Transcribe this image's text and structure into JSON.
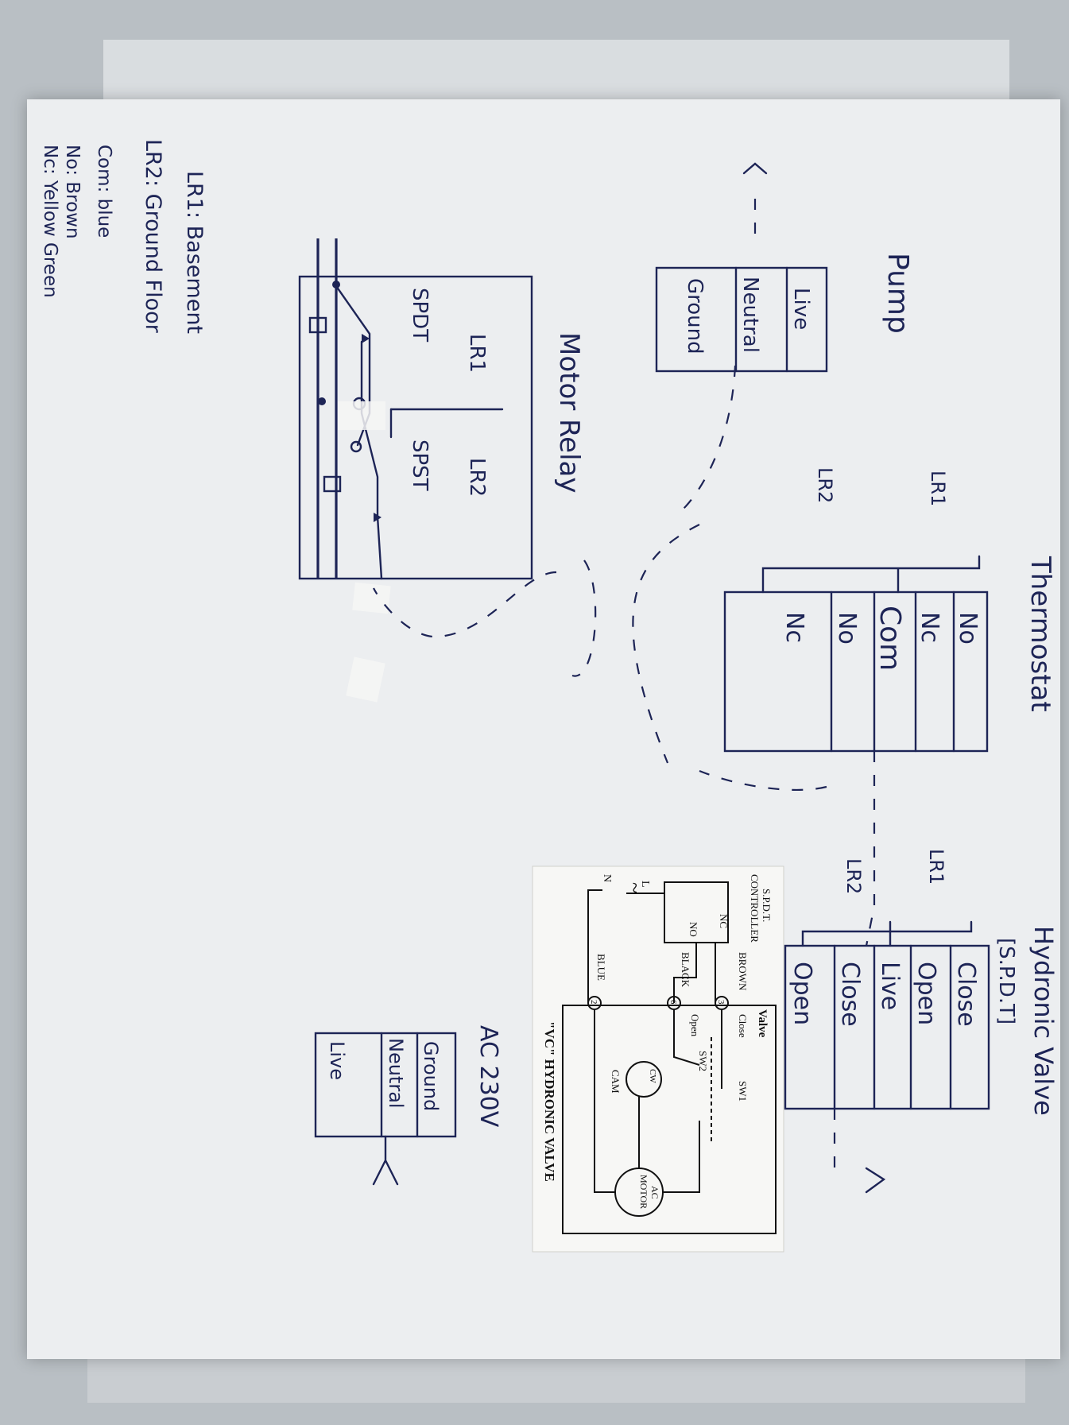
{
  "thermostat": {
    "title": "Thermostat",
    "group_labels": [
      "LR1",
      "LR2"
    ],
    "rows": [
      "No",
      "Nc",
      "Com",
      "No",
      "Nc"
    ]
  },
  "hydronic_valve": {
    "title": "Hydronic Valve",
    "subtitle": "[S.P.D.T]",
    "group_labels": [
      "LR1",
      "LR2"
    ],
    "rows": [
      "Close",
      "Open",
      "Live",
      "Close",
      "Open"
    ]
  },
  "pump": {
    "title": "Pump",
    "rows": [
      "Live",
      "Neutral",
      "Ground"
    ]
  },
  "motor_relay": {
    "title": "Motor Relay",
    "left_labels": [
      "LR1",
      "SPDT"
    ],
    "right_labels": [
      "LR2",
      "SPST"
    ]
  },
  "ac_supply": {
    "title": "AC 230V",
    "rows": [
      "Ground",
      "Neutral",
      "Live"
    ]
  },
  "legend": [
    "LR1: Basement",
    "LR2: Ground Floor",
    "Com: blue",
    "No: Brown",
    "Nc: Yellow Green"
  ],
  "vc_sticker": {
    "title": "\"VC\" HYDRONIC VALVE",
    "controller": [
      "S.P.D.T.",
      "CONTROLLER"
    ],
    "valve": "Valve",
    "wires": [
      "BROWN",
      "BLACK",
      "BLUE"
    ],
    "terminals": [
      "3",
      "6",
      "2"
    ],
    "terminal_labels": [
      "Close",
      "Open"
    ],
    "switches": [
      "SW1",
      "SW2"
    ],
    "contacts": [
      "NC",
      "NO"
    ],
    "supply": [
      "L",
      "N",
      "~"
    ],
    "cam": "CAM",
    "cw": "CW",
    "motor": [
      "AC",
      "MOTOR"
    ]
  },
  "colors": {
    "ink": "#1d2456",
    "paper": "#eceef0",
    "background": "#b9bfc4"
  }
}
